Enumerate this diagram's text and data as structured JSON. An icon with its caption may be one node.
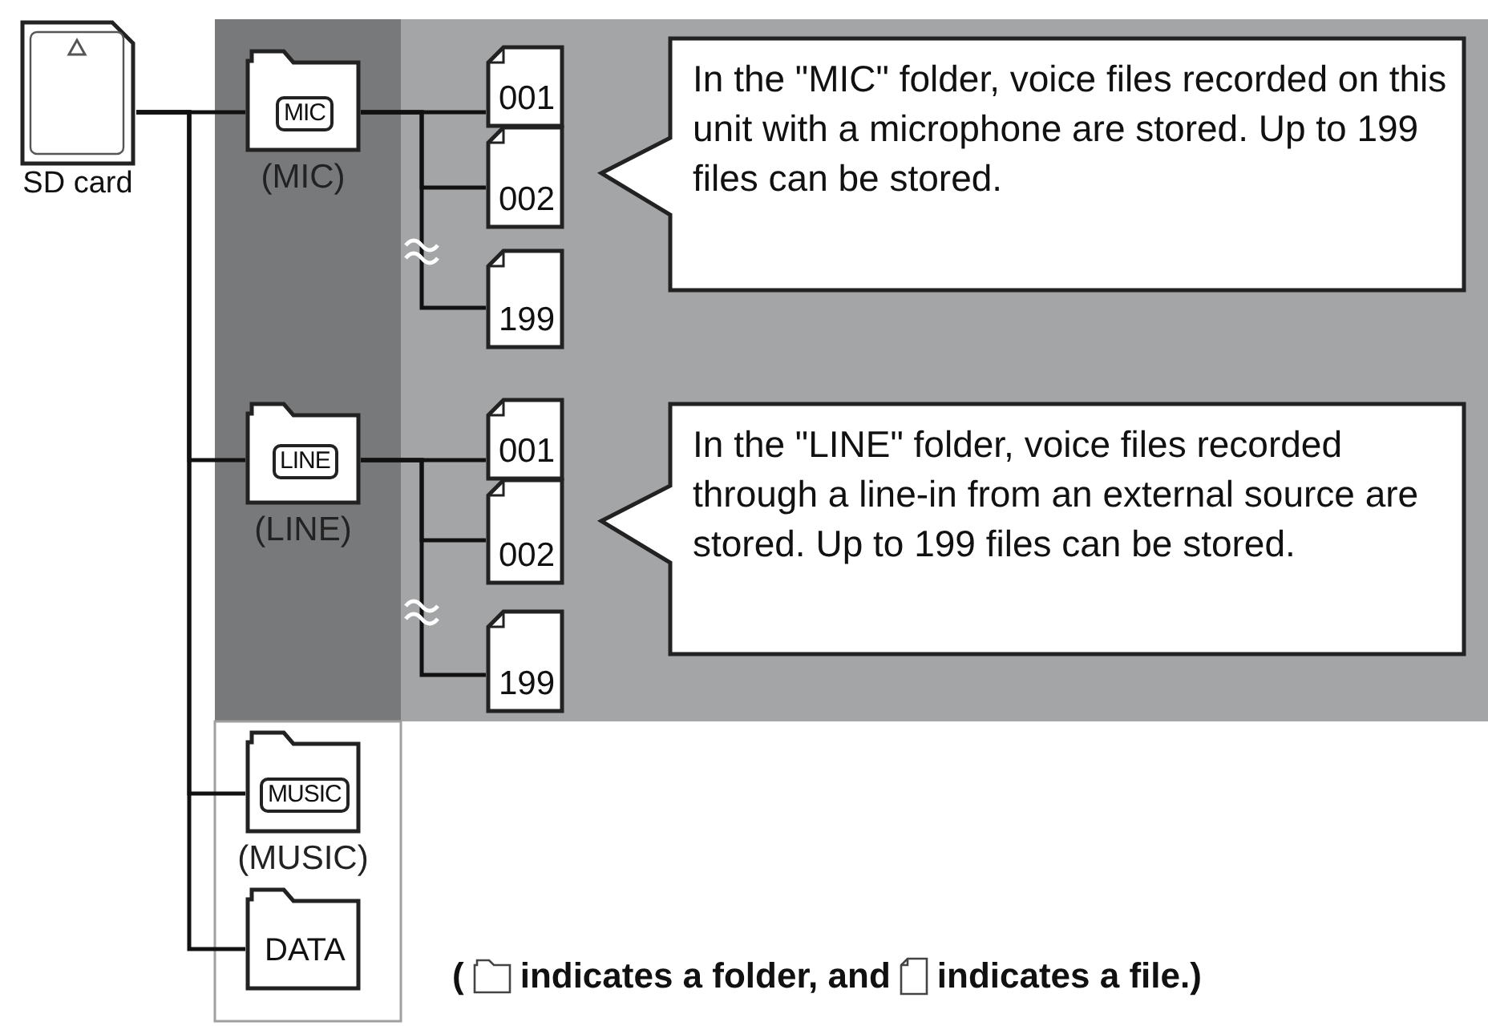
{
  "diagram": {
    "nodes": [
      {
        "text": [
          "SD card"
        ]
      },
      {
        "text": [
          "MIC"
        ],
        "beside": [
          "(MIC)"
        ]
      },
      {
        "text": [
          "001"
        ]
      },
      {
        "text": [
          "002"
        ]
      },
      {
        "text": [
          "199"
        ]
      },
      {
        "text": [
          "In the \"MIC\" folder, voice files recorded on this unit with a microphone are stored. Up to 199 files can be stored."
        ]
      },
      {
        "text": [
          "LINE"
        ],
        "beside": [
          "(LINE)"
        ]
      },
      {
        "text": [
          "001"
        ]
      },
      {
        "text": [
          "002"
        ]
      },
      {
        "text": [
          "199"
        ]
      },
      {
        "text": [
          "In the \"LINE\" folder, voice files recorded through a line-in from an external source are stored. Up to 199 files can be stored."
        ]
      },
      {
        "text": [
          "MUSIC"
        ],
        "beside": [
          "(MUSIC)"
        ]
      },
      {
        "text": [
          "DATA"
        ]
      }
    ],
    "edges": [
      {
        "from": 0,
        "to": 1,
        "arrow": "none"
      },
      {
        "from": 0,
        "to": 6,
        "arrow": "none"
      },
      {
        "from": 0,
        "to": 11,
        "arrow": "none"
      },
      {
        "from": 0,
        "to": 12,
        "arrow": "none"
      },
      {
        "from": 1,
        "to": 2,
        "arrow": "none"
      },
      {
        "from": 1,
        "to": 3,
        "arrow": "none"
      },
      {
        "from": 1,
        "to": 4,
        "arrow": "none"
      },
      {
        "from": 6,
        "to": 7,
        "arrow": "none"
      },
      {
        "from": 6,
        "to": 8,
        "arrow": "none"
      },
      {
        "from": 6,
        "to": 9,
        "arrow": "none"
      }
    ],
    "labels": [
      "(",
      "indicates a folder, and",
      "indicates a file.)"
    ]
  }
}
